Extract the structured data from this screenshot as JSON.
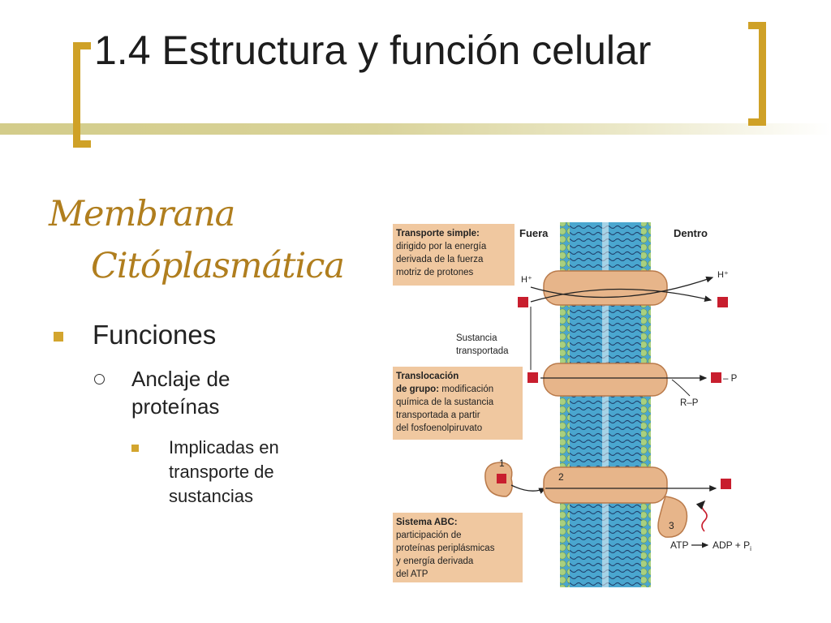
{
  "slide": {
    "title": "1.4 Estructura y función celular",
    "subtitle_line1": "Membrana",
    "subtitle_line2": "Citóplasmática",
    "bullet1": "Funciones",
    "bullet2": "Anclaje de proteínas",
    "bullet3": "Implicadas en transporte de sustancias"
  },
  "diagram": {
    "label_outside": "Fuera",
    "label_inside": "Dentro",
    "box1_line1": "Transporte simple:",
    "box1_line2": "dirigido por la energía",
    "box1_line3": "derivada de la fuerza",
    "box1_line4": "motriz de protones",
    "h_plus_out": "H⁺",
    "h_plus_in": "H⁺",
    "substance_line1": "Sustancia",
    "substance_line2": "transportada",
    "box2_line1": "Translocación",
    "box2_line2a": "de grupo:",
    "box2_line2b": " modificación",
    "box2_line3": "química de la sustancia",
    "box2_line4": "transportada a partir",
    "box2_line5": "del fosfoenolpiruvato",
    "p_label": "– P",
    "rp_label": "R–P",
    "num1": "1",
    "num2": "2",
    "num3": "3",
    "box3_line1": "Sistema ABC:",
    "box3_line2": "participación de",
    "box3_line3": "proteínas periplásmicas",
    "box3_line4": "y energía derivada",
    "box3_line5": "del ATP",
    "atp_label": "ATP",
    "adp_label": "ADP + P",
    "pi_sub": "i"
  },
  "colors": {
    "accent_gold": "#cfa127",
    "subtitle_gold": "#b07e1e",
    "label_box": "#f0c8a0",
    "protein": "#e7b58a",
    "membrane_head": "#a9d07f",
    "membrane_core": "#4aa6cf",
    "substance": "#c81e2e"
  }
}
